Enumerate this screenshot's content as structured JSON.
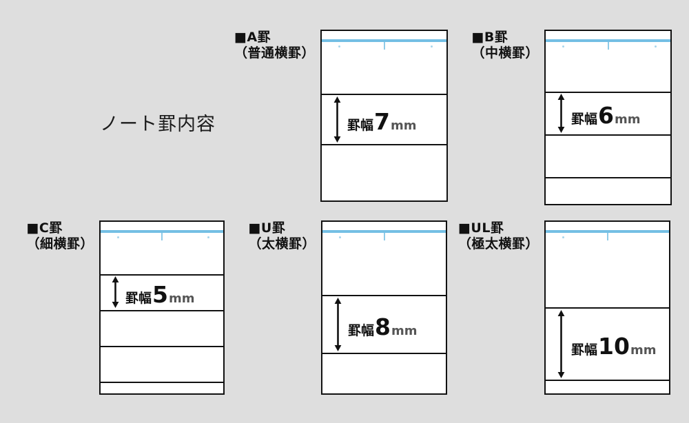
{
  "page": {
    "title": "ノート罫内容",
    "background_color": "#dedede",
    "paper_color": "#ffffff",
    "rule_color": "#111111",
    "blue_rule_color": "#74bfe4"
  },
  "specs": [
    {
      "id": "a",
      "code": "■A罫",
      "name": "（普通横罫）",
      "caption_kanji": "罫幅",
      "caption_value": "7",
      "caption_unit": "mm",
      "line_width_mm": 7,
      "rule_lines": 2
    },
    {
      "id": "b",
      "code": "■B罫",
      "name": "（中横罫）",
      "caption_kanji": "罫幅",
      "caption_value": "6",
      "caption_unit": "mm",
      "line_width_mm": 6,
      "rule_lines": 3
    },
    {
      "id": "c",
      "code": "■C罫",
      "name": "（細横罫）",
      "caption_kanji": "罫幅",
      "caption_value": "5",
      "caption_unit": "mm",
      "line_width_mm": 5,
      "rule_lines": 4
    },
    {
      "id": "u",
      "code": "■U罫",
      "name": "（太横罫）",
      "caption_kanji": "罫幅",
      "caption_value": "8",
      "caption_unit": "mm",
      "line_width_mm": 8,
      "rule_lines": 2
    },
    {
      "id": "ul",
      "code": "■UL罫",
      "name": "（極太横罫）",
      "caption_kanji": "罫幅",
      "caption_value": "10",
      "caption_unit": "mm",
      "line_width_mm": 10,
      "rule_lines": 2
    }
  ]
}
